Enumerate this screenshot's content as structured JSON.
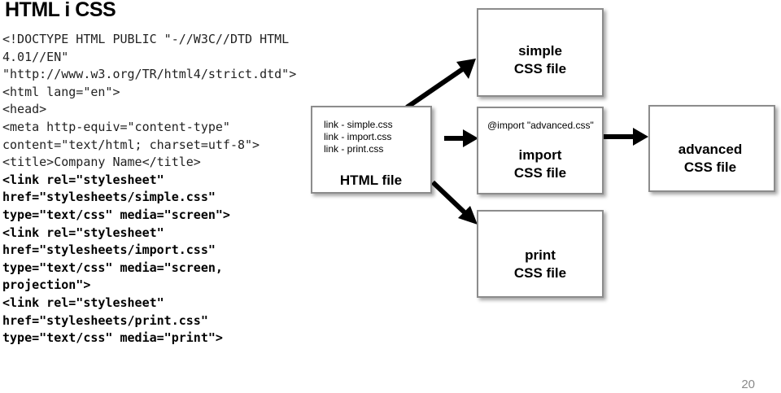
{
  "slide": {
    "title": "HTML i CSS",
    "page_number": "20"
  },
  "code_lines": [
    {
      "text": "<!DOCTYPE HTML PUBLIC \"-//W3C//DTD HTML",
      "bold": false
    },
    {
      "text": "4.01//EN\"",
      "bold": false
    },
    {
      "text": "\"http://www.w3.org/TR/html4/strict.dtd\">",
      "bold": false
    },
    {
      "text": "<html lang=\"en\">",
      "bold": false
    },
    {
      "text": "<head>",
      "bold": false
    },
    {
      "text": "<meta http-equiv=\"content-type\"",
      "bold": false
    },
    {
      "text": "content=\"text/html; charset=utf-8\">",
      "bold": false
    },
    {
      "text": "<title>Company Name</title>",
      "bold": false
    },
    {
      "text": "<link rel=\"stylesheet\"",
      "bold": true
    },
    {
      "text": "href=\"stylesheets/simple.css\"",
      "bold": true
    },
    {
      "text": "type=\"text/css\" media=\"screen\">",
      "bold": true
    },
    {
      "text": "<link rel=\"stylesheet\"",
      "bold": true
    },
    {
      "text": "href=\"stylesheets/import.css\"",
      "bold": true
    },
    {
      "text": "type=\"text/css\" media=\"screen,",
      "bold": true
    },
    {
      "text": "projection\">",
      "bold": true
    },
    {
      "text": "<link rel=\"stylesheet\"",
      "bold": true
    },
    {
      "text": "href=\"stylesheets/print.css\"",
      "bold": true
    },
    {
      "text": "type=\"text/css\" media=\"print\">",
      "bold": true
    }
  ],
  "diagram": {
    "html_file": {
      "lines": [
        "link - simple.css",
        "link - import.css",
        "link - print.css"
      ],
      "label": "HTML file"
    },
    "simple_css": {
      "line1": "simple",
      "line2": "CSS file"
    },
    "import_css": {
      "directive": "@import \"advanced.css\"",
      "line1": "import",
      "line2": "CSS file"
    },
    "print_css": {
      "line1": "print",
      "line2": "CSS file"
    },
    "advanced_css": {
      "line1": "advanced",
      "line2": "CSS file"
    }
  }
}
